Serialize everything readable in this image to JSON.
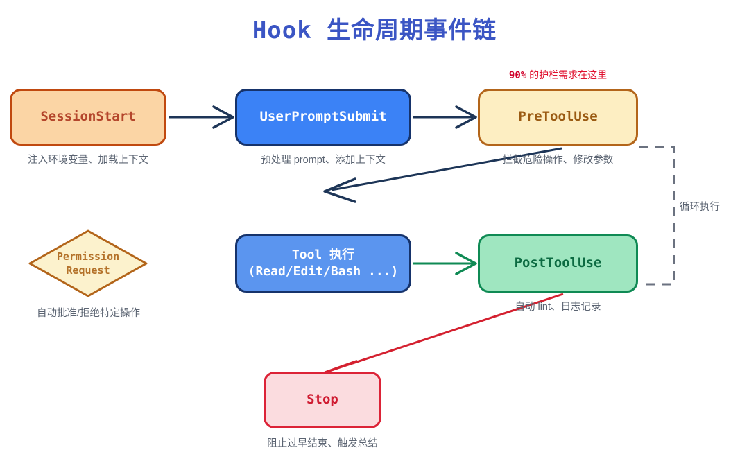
{
  "title": "Hook 生命周期事件链",
  "theme": {
    "title_color": "#3b55c4",
    "caption_color": "#5b6472",
    "accent_red": "#e0102e",
    "arrow_navy": "#1d3557",
    "arrow_green": "#0f8a54",
    "arrow_red": "#d4202f",
    "loop_dash": "#6b7280"
  },
  "nodes": {
    "session_start": {
      "label": "SessionStart",
      "caption": "注入环境变量、加载上下文",
      "fill": "#fbd5a5",
      "stroke": "#c0490f",
      "text_color": "#b4462c",
      "shape": "rounded-rect"
    },
    "user_prompt_submit": {
      "label": "UserPromptSubmit",
      "caption": "预处理 prompt、添加上下文",
      "fill": "#3b82f6",
      "stroke": "#16336b",
      "text_color": "#ffffff",
      "shape": "rounded-rect"
    },
    "pre_tool_use": {
      "label": "PreToolUse",
      "caption": "拦截危险操作、修改参数",
      "annotation_pct": "90%",
      "annotation_text": " 的护栏需求在这里",
      "fill": "#fdeec2",
      "stroke": "#b3651a",
      "text_color": "#9a5a12",
      "shape": "rounded-rect"
    },
    "permission_request": {
      "label": "Permission\nRequest",
      "caption": "自动批准/拒绝特定操作",
      "fill": "#fcf2cd",
      "stroke": "#b3651a",
      "text_color": "#b4722a",
      "shape": "diamond"
    },
    "tool_exec": {
      "label": "Tool 执行\n(Read/Edit/Bash ...)",
      "caption": "",
      "fill": "#5b95ef",
      "stroke": "#16336b",
      "text_color": "#ffffff",
      "shape": "rounded-rect"
    },
    "post_tool_use": {
      "label": "PostToolUse",
      "caption": "自动 lint、日志记录",
      "fill": "#9fe6c0",
      "stroke": "#0f8a54",
      "text_color": "#0c6b42",
      "shape": "rounded-rect"
    },
    "stop": {
      "label": "Stop",
      "caption": "阻止过早结束、触发总结",
      "fill": "#fbdcdf",
      "stroke": "#dc2337",
      "text_color": "#cf1c32",
      "shape": "rounded-rect"
    }
  },
  "edges": {
    "loop_label": "循环执行",
    "list": [
      {
        "from": "session_start",
        "to": "user_prompt_submit",
        "color": "#1d3557",
        "style": "solid"
      },
      {
        "from": "user_prompt_submit",
        "to": "pre_tool_use",
        "color": "#1d3557",
        "style": "solid"
      },
      {
        "from": "pre_tool_use",
        "to": "tool_exec",
        "color": "#1d3557",
        "style": "solid"
      },
      {
        "from": "tool_exec",
        "to": "post_tool_use",
        "color": "#0f8a54",
        "style": "solid"
      },
      {
        "from": "post_tool_use",
        "to": "stop",
        "color": "#d4202f",
        "style": "solid"
      },
      {
        "from": "post_tool_use",
        "to": "pre_tool_use",
        "color": "#6b7280",
        "style": "dashed",
        "label": "循环执行"
      }
    ]
  }
}
